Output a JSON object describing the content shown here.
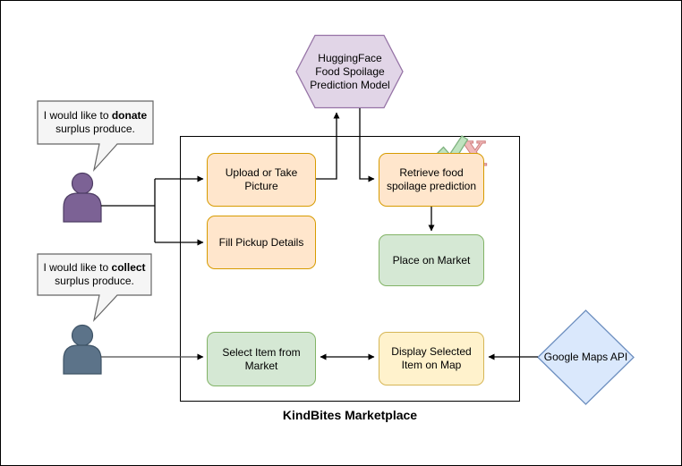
{
  "diagram": {
    "title": "KindBites Marketplace",
    "hexagon": {
      "label": "HuggingFace\nFood Spoilage\nPrediction Model"
    },
    "bubble_donor": {
      "line1_pre": "I would like to ",
      "line1_bold": "donate",
      "line2": "surplus produce."
    },
    "bubble_collector": {
      "line1_pre": "I would like to ",
      "line1_bold": "collect",
      "line2": "surplus produce."
    },
    "boxes": {
      "upload": "Upload or Take Picture",
      "fill_pickup": "Fill Pickup Details",
      "retrieve": "Retrieve food spoilage prediction",
      "place": "Place on Market",
      "select": "Select Item from Market",
      "display": "Display Selected Item on Map"
    },
    "maps_api": "Google Maps API",
    "icons": {
      "check": "check-mark",
      "cross": "x-mark"
    },
    "colors": {
      "orange_fill": "#FFE6CC",
      "orange_stroke": "#D79B00",
      "green_fill": "#D5E8D4",
      "green_stroke": "#82B366",
      "yellow_fill": "#FFF2CC",
      "yellow_stroke": "#D6B656",
      "purple_fill": "#E1D5E7",
      "purple_stroke": "#9673A6",
      "blue_fill": "#DAE8FC",
      "blue_stroke": "#6C8EBF",
      "bubble_fill": "#F5F5F5",
      "bubble_stroke": "#666666",
      "person_donor": "#7C6295",
      "person_collector": "#5C7389",
      "check_green": "#7FB27F",
      "cross_red": "#CF7F7F"
    }
  }
}
